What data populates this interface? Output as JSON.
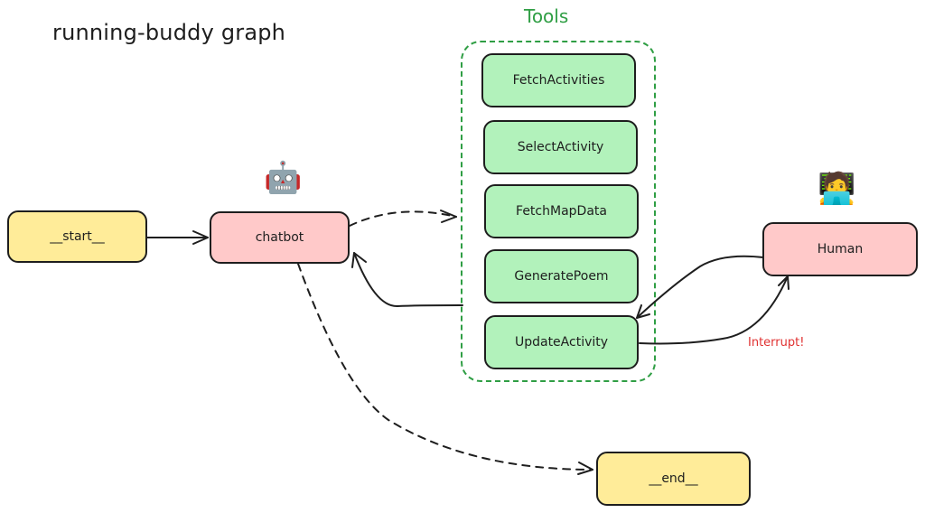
{
  "title": "running-buddy graph",
  "tools_group": {
    "label": "Tools",
    "color": "#2f9e44",
    "tools": [
      {
        "id": "fetch-activities",
        "label": "FetchActivities"
      },
      {
        "id": "select-activity",
        "label": "SelectActivity"
      },
      {
        "id": "fetch-map-data",
        "label": "FetchMapData"
      },
      {
        "id": "generate-poem",
        "label": "GeneratePoem"
      },
      {
        "id": "update-activity",
        "label": "UpdateActivity"
      }
    ]
  },
  "nodes": {
    "start": {
      "label": "__start__",
      "fill": "#ffec99"
    },
    "chatbot": {
      "label": "chatbot",
      "fill": "#ffc9c9",
      "emoji": "🤖"
    },
    "human": {
      "label": "Human",
      "fill": "#ffc9c9",
      "emoji": "🧑‍💻"
    },
    "end": {
      "label": "__end__",
      "fill": "#ffec99"
    }
  },
  "edges": [
    {
      "from": "__start__",
      "to": "chatbot",
      "style": "solid"
    },
    {
      "from": "chatbot",
      "to": "Tools",
      "style": "dashed"
    },
    {
      "from": "Tools",
      "to": "chatbot",
      "style": "solid"
    },
    {
      "from": "chatbot",
      "to": "__end__",
      "style": "dashed"
    },
    {
      "from": "UpdateActivity",
      "to": "Human",
      "style": "solid",
      "label": "Interrupt!"
    },
    {
      "from": "Human",
      "to": "UpdateActivity",
      "style": "solid"
    }
  ],
  "annotations": {
    "interrupt": {
      "text": "Interrupt!",
      "color": "#e03131"
    }
  }
}
